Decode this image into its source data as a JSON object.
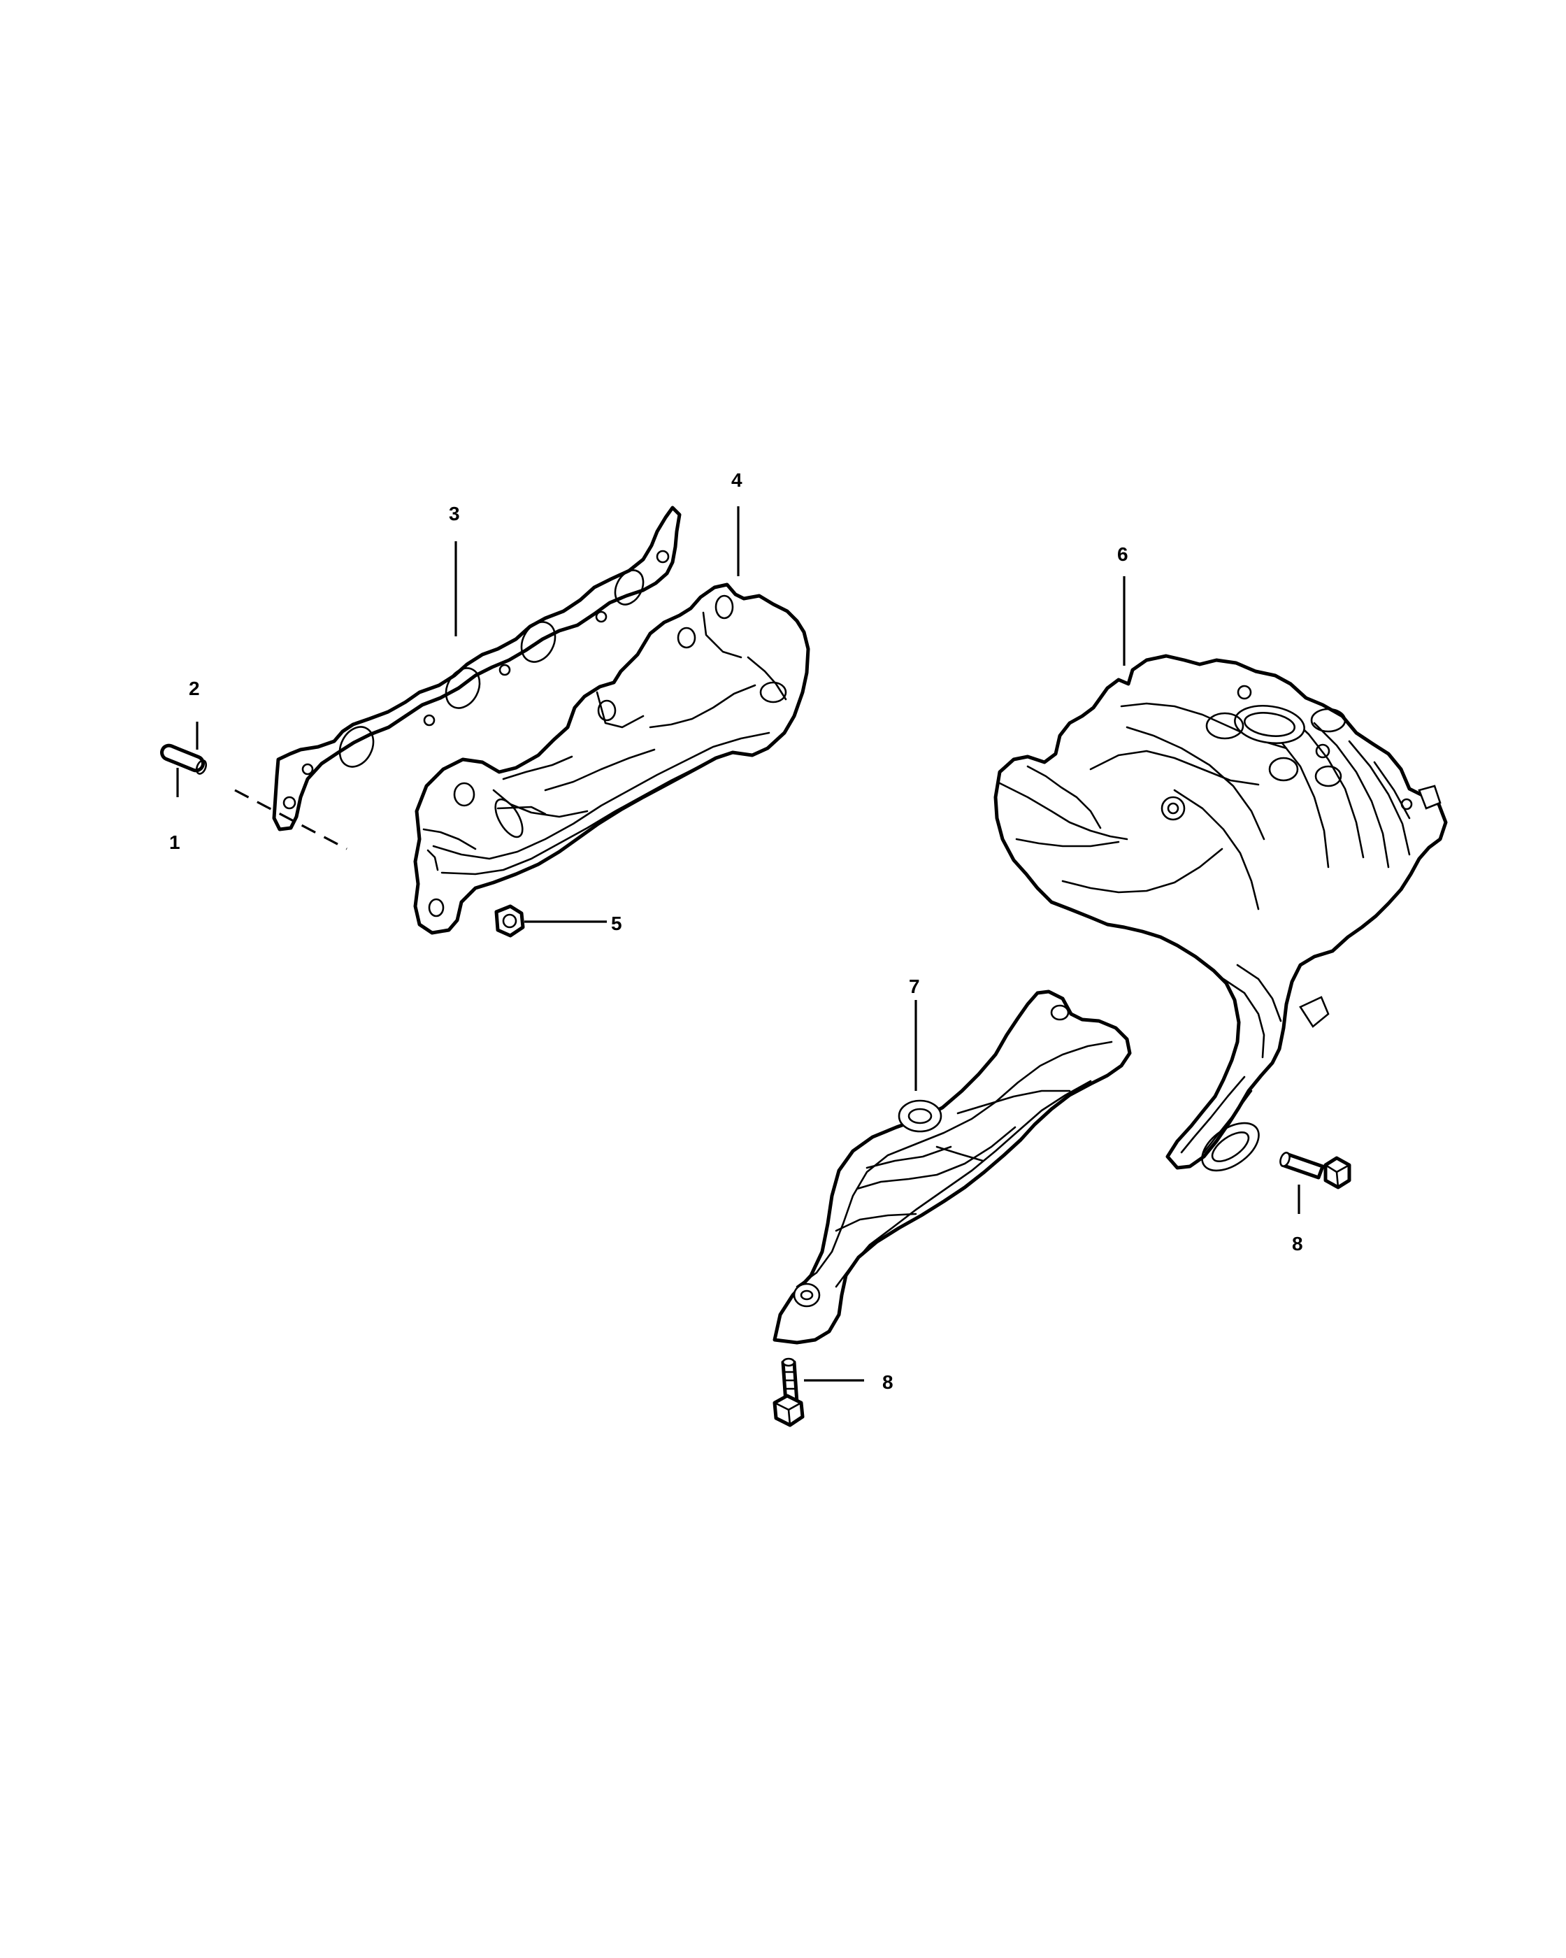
{
  "callouts": [
    {
      "id": "1",
      "label": "1"
    },
    {
      "id": "2",
      "label": "2"
    },
    {
      "id": "3",
      "label": "3"
    },
    {
      "id": "4",
      "label": "4"
    },
    {
      "id": "5",
      "label": "5"
    },
    {
      "id": "6",
      "label": "6"
    },
    {
      "id": "7",
      "label": "7"
    },
    {
      "id": "8a",
      "label": "8"
    },
    {
      "id": "8b",
      "label": "8"
    }
  ],
  "colors": {
    "line": "#000000",
    "background": "#ffffff"
  }
}
